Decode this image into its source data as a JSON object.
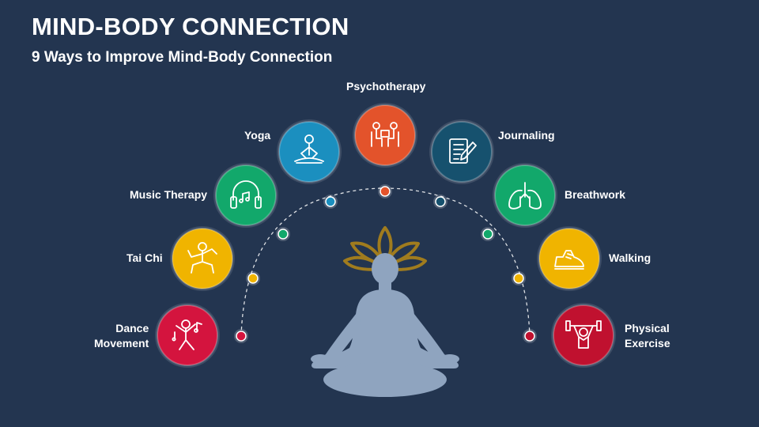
{
  "title": "MIND-BODY CONNECTION",
  "subtitle": "9 Ways to Improve Mind-Body Connection",
  "items": [
    {
      "label": "Dance\nMovement",
      "color": "#d4143e",
      "icon": "dance-icon"
    },
    {
      "label": "Tai Chi",
      "color": "#f0b400",
      "icon": "tai-chi-icon"
    },
    {
      "label": "Music Therapy",
      "color": "#12a86b",
      "icon": "headphones-icon"
    },
    {
      "label": "Yoga",
      "color": "#1b8fbf",
      "icon": "yoga-icon"
    },
    {
      "label": "Psychotherapy",
      "color": "#e3532b",
      "icon": "therapy-session-icon"
    },
    {
      "label": "Journaling",
      "color": "#16516e",
      "icon": "journal-icon"
    },
    {
      "label": "Breathwork",
      "color": "#12a86b",
      "icon": "lungs-icon"
    },
    {
      "label": "Walking",
      "color": "#f0b400",
      "icon": "shoe-icon"
    },
    {
      "label": "Physical\nExercise",
      "color": "#c0112f",
      "icon": "weightlifting-icon"
    }
  ],
  "colors": {
    "background": "#233550",
    "figure": "#8fa4bf",
    "lotus": "#a07c1e"
  }
}
